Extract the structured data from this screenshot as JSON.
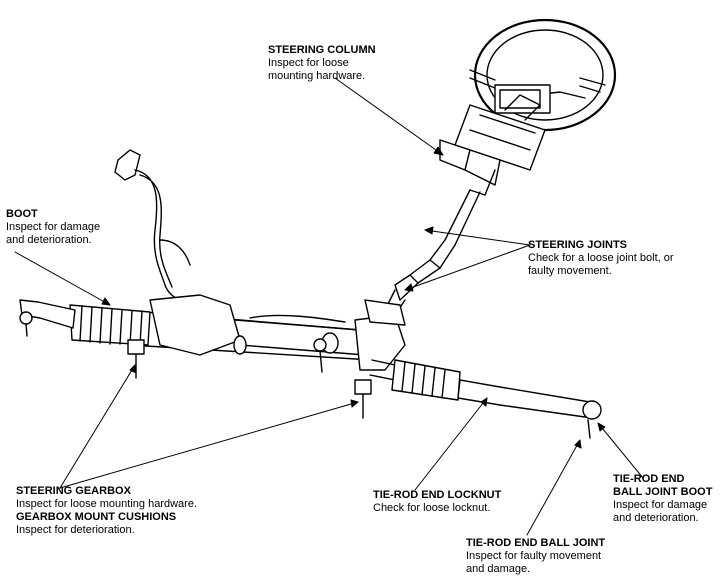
{
  "callouts": {
    "steering_column": {
      "title": "STEERING COLUMN",
      "desc1": "Inspect for loose",
      "desc2": "mounting hardware."
    },
    "boot": {
      "title": "BOOT",
      "desc1": "Inspect for damage",
      "desc2": "and deterioration."
    },
    "steering_joints": {
      "title": "STEERING JOINTS",
      "desc1": "Check for a loose joint bolt, or",
      "desc2": "faulty movement."
    },
    "steering_gearbox": {
      "title": "STEERING GEARBOX",
      "desc1": "Inspect for loose mounting hardware."
    },
    "gearbox_mount_cushions": {
      "title": "GEARBOX MOUNT CUSHIONS",
      "desc1": "Inspect for deterioration."
    },
    "tie_rod_locknut": {
      "title": "TIE-ROD END LOCKNUT",
      "desc1": "Check for loose locknut."
    },
    "tie_rod_ball_joint_boot": {
      "title1": "TIE-ROD END",
      "title2": "BALL JOINT BOOT",
      "desc1": "Inspect for damage",
      "desc2": "and deterioration."
    },
    "tie_rod_ball_joint": {
      "title": "TIE-ROD END BALL JOINT",
      "desc1": "Inspect for faulty movement",
      "desc2": "and damage."
    }
  }
}
